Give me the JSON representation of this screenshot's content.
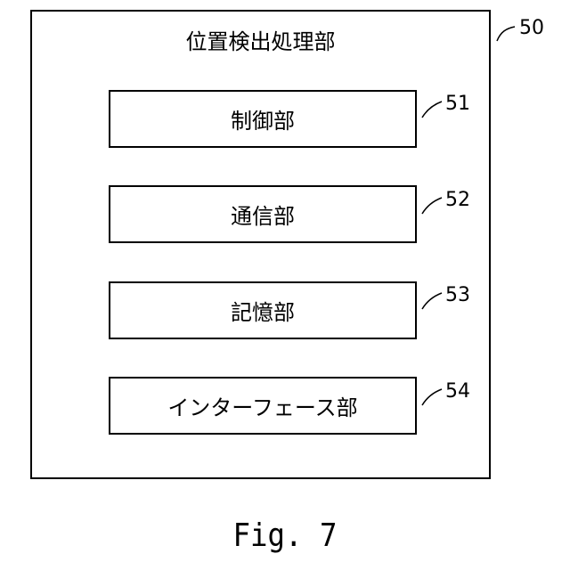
{
  "diagram": {
    "outer_block": {
      "ref": "50",
      "title": "位置検出処理部"
    },
    "blocks": [
      {
        "ref": "51",
        "label": "制御部"
      },
      {
        "ref": "52",
        "label": "通信部"
      },
      {
        "ref": "53",
        "label": "記憶部"
      },
      {
        "ref": "54",
        "label": "インターフェース部"
      }
    ]
  },
  "caption": "Fig. 7"
}
